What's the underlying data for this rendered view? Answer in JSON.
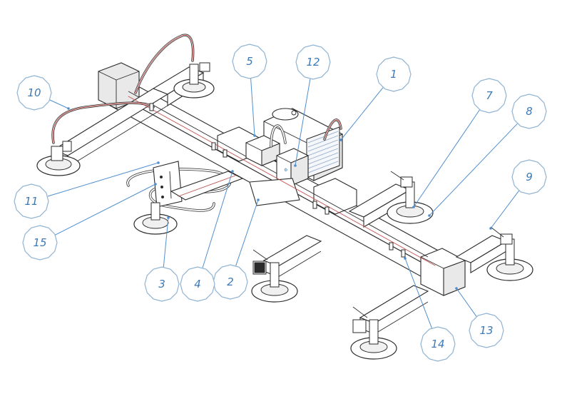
{
  "figure": {
    "background": "#ffffff",
    "line_color": "#2b2b2b",
    "hose_color": "#c0504d",
    "callout_border_color": "#8fb3d3",
    "callout_text_color": "#3d7ab5",
    "leader_color": "#4f8fcf"
  },
  "callouts": [
    {
      "id": "1",
      "label": "1"
    },
    {
      "id": "2",
      "label": "2"
    },
    {
      "id": "3",
      "label": "3"
    },
    {
      "id": "4",
      "label": "4"
    },
    {
      "id": "5",
      "label": "5"
    },
    {
      "id": "7",
      "label": "7"
    },
    {
      "id": "8",
      "label": "8"
    },
    {
      "id": "9",
      "label": "9"
    },
    {
      "id": "10",
      "label": "10"
    },
    {
      "id": "11",
      "label": "11"
    },
    {
      "id": "12",
      "label": "12"
    },
    {
      "id": "13",
      "label": "13"
    },
    {
      "id": "14",
      "label": "14"
    },
    {
      "id": "15",
      "label": "15"
    }
  ]
}
